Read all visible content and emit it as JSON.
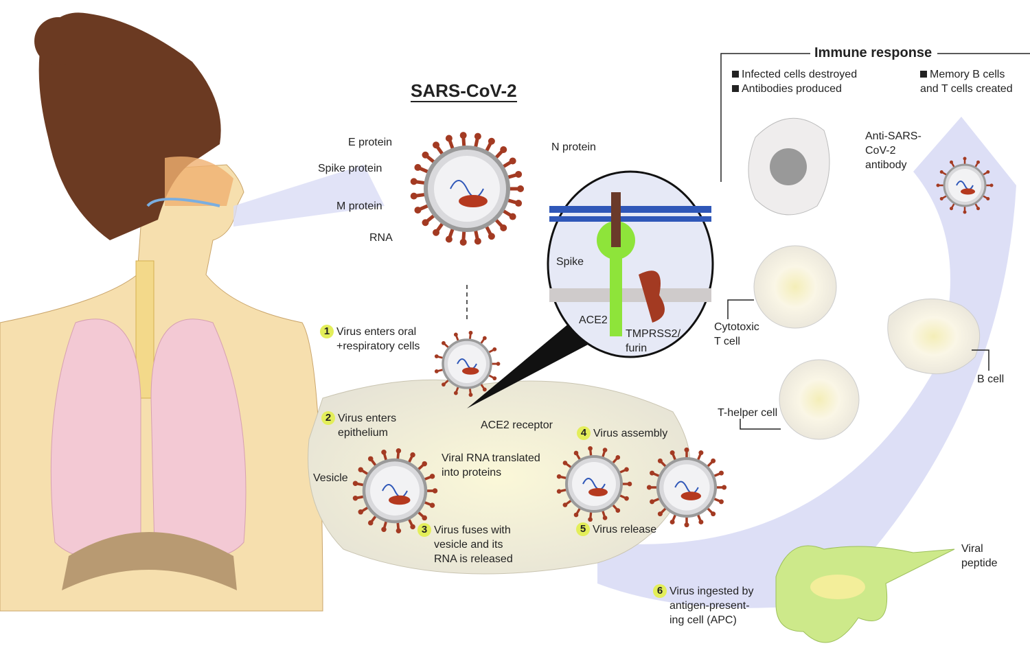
{
  "title": "SARS-CoV-2",
  "virus_parts": {
    "e_protein": "E protein",
    "spike_protein": "Spike protein",
    "m_protein": "M protein",
    "rna": "RNA",
    "n_protein": "N protein"
  },
  "inset": {
    "spike": "Spike",
    "ace2": "ACE2",
    "tmprss2_1": "TMPRSS2/",
    "tmprss2_2": "furin"
  },
  "immune": {
    "title": "Immune response",
    "items": [
      "Infected cells destroyed",
      "Antibodies produced"
    ],
    "memory_1": "Memory B cells",
    "memory_2": "and T cells created",
    "antibody": [
      "Anti-SARS-",
      "CoV-2",
      "antibody"
    ],
    "cytotoxic": [
      "Cytotoxic",
      "T cell"
    ],
    "b_cell": "B cell",
    "t_helper": "T-helper cell",
    "viral_peptide": [
      "Viral",
      "peptide"
    ]
  },
  "steps": [
    {
      "n": "1",
      "lines": [
        "Virus enters oral",
        "+respiratory cells"
      ]
    },
    {
      "n": "2",
      "lines": [
        "Virus enters",
        "epithelium"
      ]
    },
    {
      "n": "3",
      "lines": [
        "Virus fuses with",
        "vesicle and its",
        "RNA is released"
      ]
    },
    {
      "n": "4",
      "lines": [
        "Virus assembly"
      ]
    },
    {
      "n": "5",
      "lines": [
        "Virus release"
      ]
    },
    {
      "n": "6",
      "lines": [
        "Virus ingested by",
        "antigen-present-",
        "ing cell (APC)"
      ]
    }
  ],
  "other": {
    "ace2_receptor": "ACE2 receptor",
    "vesicle": "Vesicle",
    "translated_1": "Viral RNA translated",
    "translated_2": "into proteins"
  },
  "colors": {
    "skin": "#f6dfae",
    "hair": "#6b3a22",
    "lung": "#f3c9d4",
    "arrow": "#d9dcf5",
    "cell": "#eeeadb",
    "spike": "#a33a22",
    "highlight": "#e3ee5a"
  }
}
